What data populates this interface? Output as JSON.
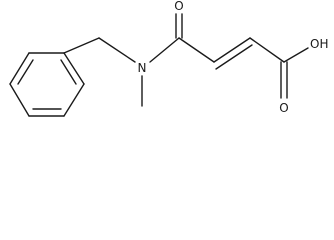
{
  "molecule": {
    "atoms": {
      "nitrogen": "N",
      "carbonyl_oxygen": "O",
      "acid_oxygen": "O",
      "hydroxyl": "OH"
    }
  }
}
